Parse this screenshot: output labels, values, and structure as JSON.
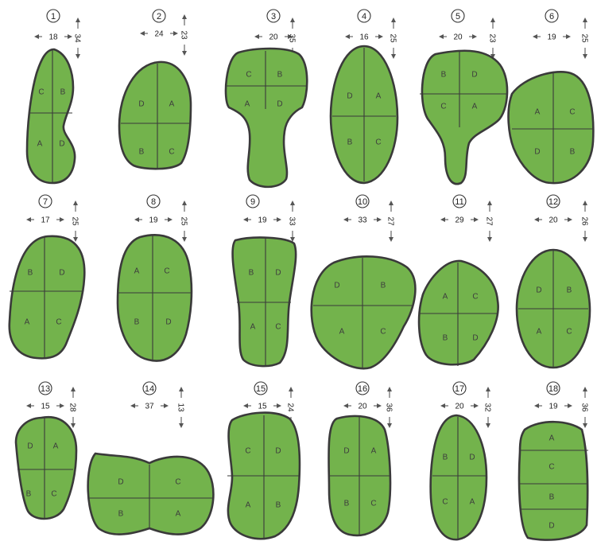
{
  "specimens": [
    {
      "number": "1",
      "width": "18",
      "height": "34",
      "labels": [
        "C",
        "B",
        "A",
        "D"
      ]
    },
    {
      "number": "2",
      "width": "24",
      "height": "23",
      "labels": [
        "D",
        "A",
        "B",
        "C"
      ]
    },
    {
      "number": "3",
      "width": "20",
      "height": "35",
      "labels": [
        "C",
        "B",
        "A",
        "D"
      ]
    },
    {
      "number": "4",
      "width": "16",
      "height": "25",
      "labels": [
        "D",
        "A",
        "B",
        "C"
      ]
    },
    {
      "number": "5",
      "width": "20",
      "height": "23",
      "labels": [
        "B",
        "D",
        "C",
        "A"
      ]
    },
    {
      "number": "6",
      "width": "19",
      "height": "25",
      "labels": [
        "A",
        "C",
        "D",
        "B"
      ]
    },
    {
      "number": "7",
      "width": "17",
      "height": "25",
      "labels": [
        "B",
        "D",
        "A",
        "C"
      ]
    },
    {
      "number": "8",
      "width": "19",
      "height": "25",
      "labels": [
        "A",
        "C",
        "B",
        "D"
      ]
    },
    {
      "number": "9",
      "width": "19",
      "height": "33",
      "labels": [
        "B",
        "D",
        "A",
        "C"
      ]
    },
    {
      "number": "10",
      "width": "33",
      "height": "27",
      "labels": [
        "D",
        "B",
        "A",
        "C"
      ]
    },
    {
      "number": "11",
      "width": "29",
      "height": "27",
      "labels": [
        "A",
        "C",
        "B",
        "D"
      ]
    },
    {
      "number": "12",
      "width": "20",
      "height": "26",
      "labels": [
        "D",
        "B",
        "A",
        "C"
      ]
    },
    {
      "number": "13",
      "width": "15",
      "height": "28",
      "labels": [
        "D",
        "A",
        "B",
        "C"
      ]
    },
    {
      "number": "14",
      "width": "37",
      "height": "13",
      "labels": [
        "D",
        "C",
        "B",
        "A"
      ]
    },
    {
      "number": "15",
      "width": "15",
      "height": "24",
      "labels": [
        "C",
        "D",
        "A",
        "B"
      ]
    },
    {
      "number": "16",
      "width": "20",
      "height": "36",
      "labels": [
        "D",
        "A",
        "B",
        "C"
      ]
    },
    {
      "number": "17",
      "width": "20",
      "height": "32",
      "labels": [
        "B",
        "D",
        "C",
        "A"
      ]
    },
    {
      "number": "18",
      "width": "19",
      "height": "36",
      "labels": [
        "A",
        "C",
        "B",
        "D"
      ]
    }
  ],
  "colors": {
    "fill": "#73b34c",
    "outline": "#3a3a3a"
  }
}
